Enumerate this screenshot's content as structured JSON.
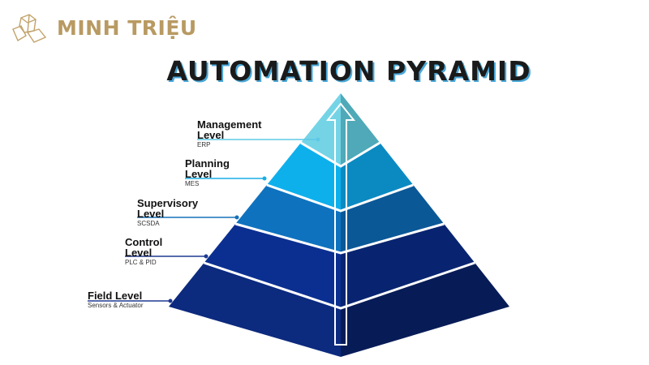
{
  "brand": {
    "name": "MINH TRIỆU"
  },
  "title": "AUTOMATION PYRAMID",
  "levels": [
    {
      "name_line1": "Management",
      "name_line2": "Level",
      "sub": "ERP",
      "color_left": "#74d4e6",
      "color_right": "#4fa9b8",
      "line_color": "#5ec8e6"
    },
    {
      "name_line1": "Planning",
      "name_line2": "Level",
      "sub": "MES",
      "color_left": "#0eb0ec",
      "color_right": "#0b8ac2",
      "line_color": "#19aee6"
    },
    {
      "name_line1": "Supervisory",
      "name_line2": "Level",
      "sub": "SCSDA",
      "color_left": "#0f72bf",
      "color_right": "#0b5897",
      "line_color": "#1670b8"
    },
    {
      "name_line1": "Control",
      "name_line2": "Level",
      "sub": "PLC & PID",
      "color_left": "#0b2f91",
      "color_right": "#082470",
      "line_color": "#1e3a90"
    },
    {
      "name_line1": "Field Level",
      "name_line2": "",
      "sub": "Sensors & Actuator",
      "color_left": "#0c2a7e",
      "color_right": "#071c57",
      "line_color": "#1e3a90"
    }
  ]
}
